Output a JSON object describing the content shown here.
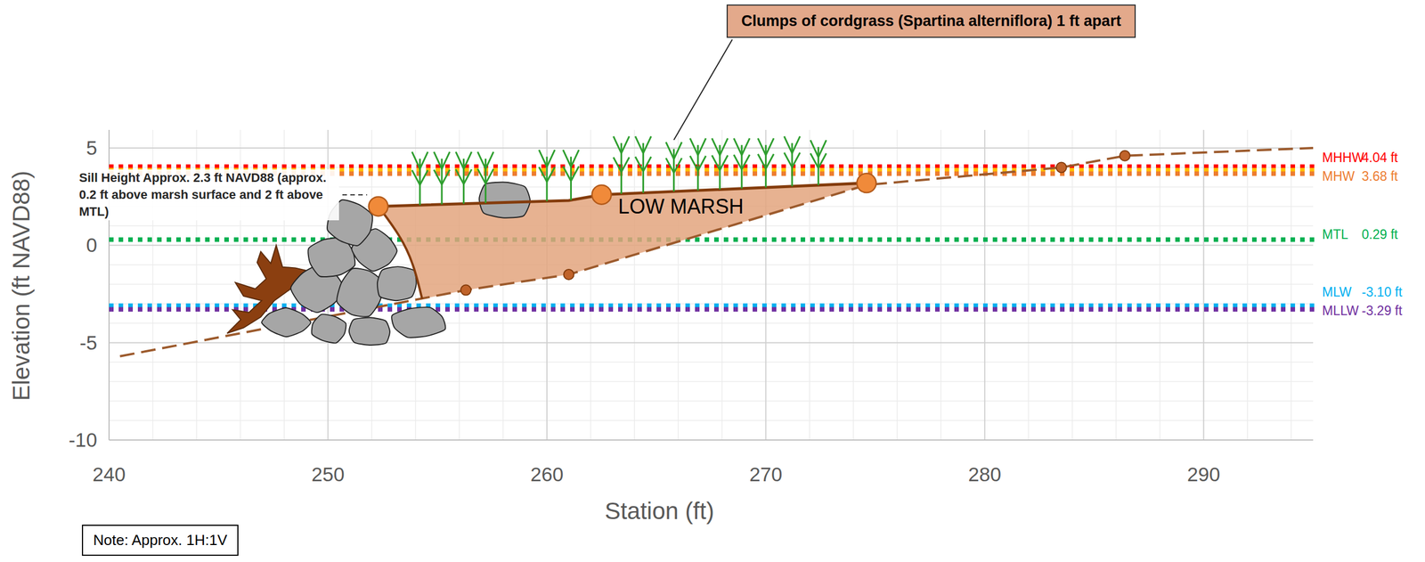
{
  "diagram": {
    "nodes": [
      {
        "text": [
          "Clumps of cordgrass (Spartina alterniflora) 1 ft apart"
        ]
      },
      {
        "text": [
          "Note: Approx. 1H:1V"
        ]
      }
    ],
    "edges": [],
    "labels": [
      "Sill Height Approx. 2.3 ft NAVD88 (approx. 0.2 ft above marsh surface and 2 ft above MTL)",
      "LOW MARSH",
      "MHHW",
      "4.04 ft",
      "MHW",
      "3.68 ft",
      "MTL",
      "0.29 ft",
      "MLW",
      "-3.10 ft",
      "MLLW",
      "-3.29 ft",
      "5",
      "0",
      "-5",
      "-10",
      "240",
      "250",
      "260",
      "270",
      "280",
      "290",
      "Elevation (ft NAVD88)",
      "Station (ft)"
    ]
  }
}
